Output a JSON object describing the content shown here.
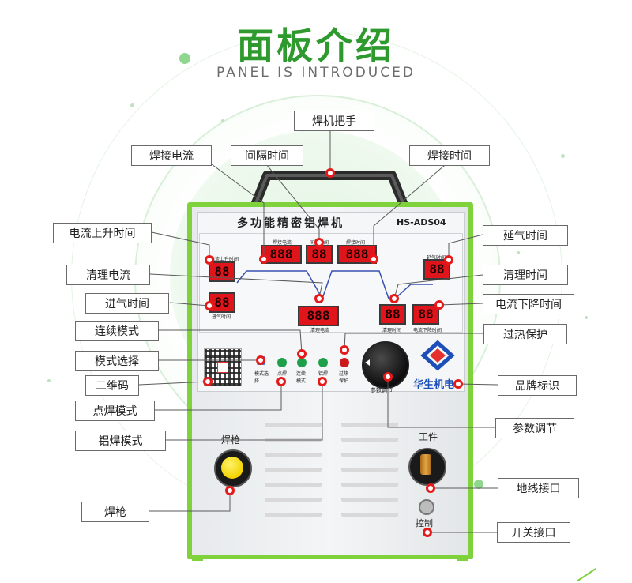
{
  "header": {
    "title_cn": "面板介绍",
    "title_en": "PANEL IS INTRODUCED"
  },
  "machine": {
    "name_cn": "多功能精密铝焊机",
    "model": "HS-ADS04",
    "brand_name": "华生机电",
    "knob_label": "参数调节",
    "torch_socket_label": "焊枪",
    "work_socket_label": "工件",
    "control_socket_label": "控制",
    "panel_labels": {
      "weld_current": "焊接电流",
      "interval_time": "间隔时间",
      "weld_time": "焊接时间",
      "rise_time": "电流上升时间",
      "post_gas": "延气时间",
      "pre_gas": "进气时间",
      "clean_current": "清理电流",
      "clean_time": "清理时间",
      "fall_time": "电流下降时间",
      "mode_select": "模式选择",
      "spot": "点焊",
      "continuous": "连续模式",
      "aluminium": "铝焊",
      "overheat": "过热保护"
    }
  },
  "callouts": {
    "handle": "焊机把手",
    "weld_current": "焊接电流",
    "interval_time": "间隔时间",
    "weld_time": "焊接时间",
    "rise_time": "电流上升时间",
    "post_gas": "延气时间",
    "clean_current": "清理电流",
    "clean_time": "清理时间",
    "pre_gas": "进气时间",
    "fall_time": "电流下降时间",
    "continuous_mode": "连续模式",
    "overheat": "过热保护",
    "mode_select": "模式选择",
    "qr_code": "二维码",
    "brand_logo": "品牌标识",
    "spot_mode": "点焊模式",
    "param_adjust": "参数调节",
    "aluminium_mode": "铝焊模式",
    "ground_port": "地线接口",
    "torch": "焊枪",
    "switch_port": "开关接口"
  },
  "colors": {
    "title_green": "#2e9a2e",
    "frame_green": "#7fd23c",
    "dot_red": "#e51a1a",
    "display_red": "#e0141b",
    "panel_grey": "#e9ecee"
  }
}
